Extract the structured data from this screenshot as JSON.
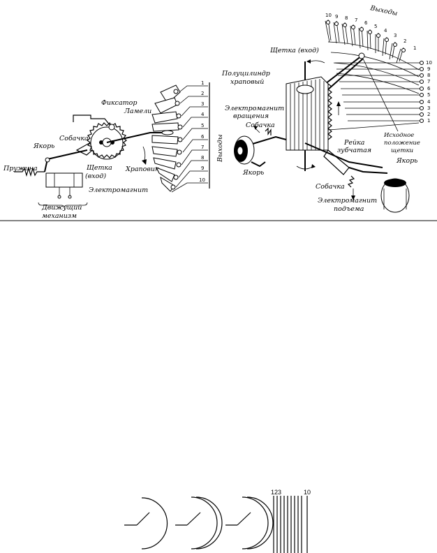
{
  "left_diagram": {
    "fiksator": "Фиксатор",
    "lameli": "Ламели",
    "sobachka": "Собачка",
    "yakor": "Якорь",
    "pruzhina": "Пружина",
    "shchetka_1": "Щетка",
    "shchetka_2": "(вход)",
    "храповик": "Храповик",
    "elektromagnit": "Электромагнит",
    "dvizh_1": "Движущий",
    "dvizh_2": "механизм",
    "vykhody": "Выходы",
    "outputs": [
      "1",
      "2",
      "3",
      "4",
      "5",
      "6",
      "7",
      "8",
      "9",
      "10"
    ]
  },
  "right_diagram": {
    "vykhody": "Выходы",
    "shchetka": "Щетка (вход)",
    "polucil_1": "Полуцилиндр",
    "polucil_2": "храповый",
    "em_vrash_1": "Электромагнит",
    "em_vrash_2": "вращения",
    "sobachka_top": "Собачка",
    "yakor_left": "Якорь",
    "reyka_1": "Рейка",
    "reyka_2": "зубчатая",
    "iskh_1": "Исходное",
    "iskh_2": "положение",
    "iskh_3": "щетки",
    "yakor_right": "Якорь",
    "sobachka_bottom": "Собачка",
    "em_podem_1": "Электромагнит",
    "em_podem_2": "подъема",
    "top_nums": [
      "10",
      "9",
      "8",
      "7",
      "6",
      "5",
      "4",
      "3",
      "2",
      "1"
    ],
    "side_nums": [
      "10",
      "9",
      "8",
      "7",
      "6",
      "5",
      "4",
      "3",
      "2",
      "1"
    ]
  },
  "bottom_figure": {
    "label_start": "123",
    "label_end": "10"
  }
}
